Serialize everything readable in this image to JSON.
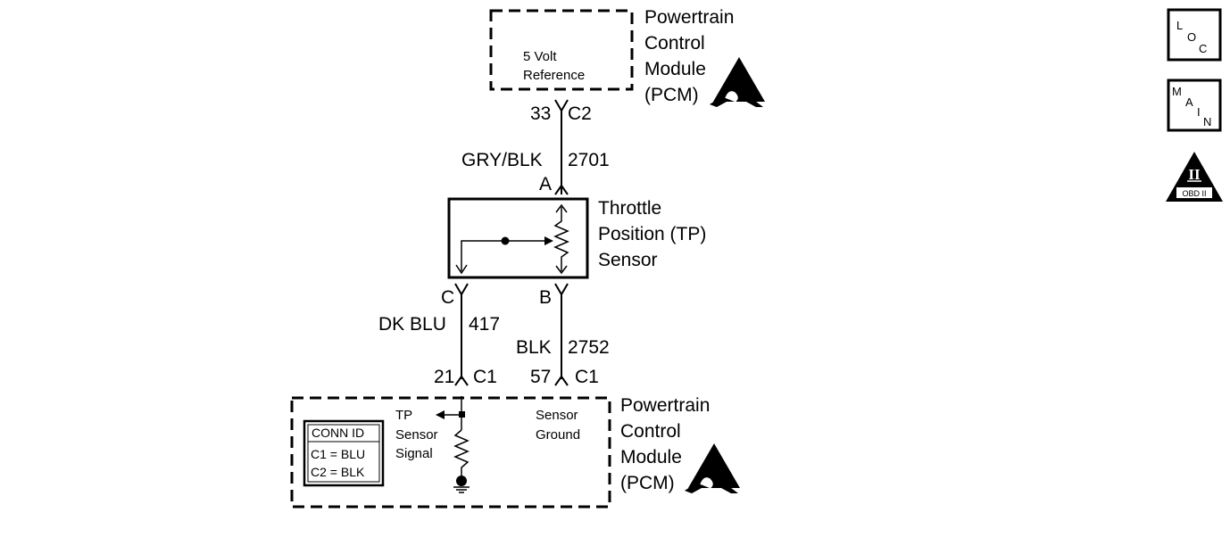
{
  "top_module": {
    "name_lines": [
      "Powertrain",
      "Control",
      "Module",
      "(PCM)"
    ],
    "inner_label_lines": [
      "5 Volt",
      "Reference"
    ]
  },
  "top_connector": {
    "pin": "33",
    "connector": "C2"
  },
  "wire_a": {
    "color": "GRY/BLK",
    "circuit": "2701"
  },
  "sensor": {
    "name_lines": [
      "Throttle",
      "Position (TP)",
      "Sensor"
    ],
    "pin_a": "A",
    "pin_b": "B",
    "pin_c": "C"
  },
  "wire_c": {
    "color": "DK BLU",
    "circuit": "417"
  },
  "wire_b": {
    "color": "BLK",
    "circuit": "2752"
  },
  "bottom_connector_left": {
    "pin": "21",
    "connector": "C1"
  },
  "bottom_connector_right": {
    "pin": "57",
    "connector": "C1"
  },
  "bottom_module": {
    "name_lines": [
      "Powertrain",
      "Control",
      "Module",
      "(PCM)"
    ],
    "signal_label_lines": [
      "TP",
      "Sensor",
      "Signal"
    ],
    "ground_label_lines": [
      "Sensor",
      "Ground"
    ]
  },
  "conn_id": {
    "title": "CONN ID",
    "rows": [
      "C1 = BLU",
      "C2 = BLK"
    ]
  },
  "icons": {
    "loc": [
      "L",
      "O",
      "C"
    ],
    "main": [
      "M",
      "A",
      "I",
      "N"
    ],
    "obd": {
      "top": "II",
      "bottom": "OBD II"
    },
    "names": [
      "esd-warning-icon",
      "loc-icon",
      "main-icon",
      "obd-ii-icon"
    ]
  }
}
